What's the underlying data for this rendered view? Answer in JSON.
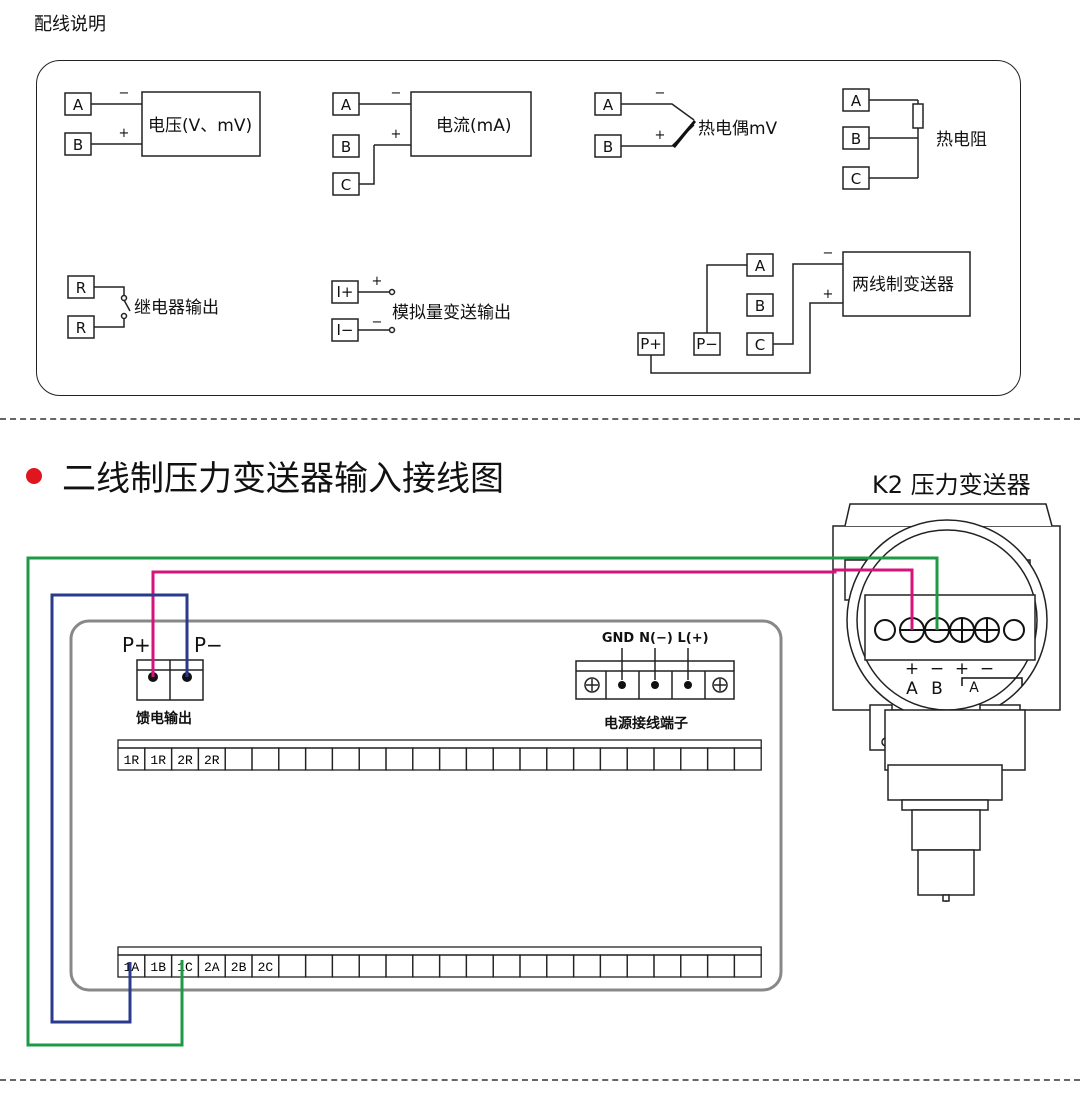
{
  "page_title": "配线说明",
  "legend": {
    "voltage": {
      "a": "A",
      "b": "B",
      "minus": "−",
      "plus": "+",
      "label": "电压(V、mV)"
    },
    "current": {
      "a": "A",
      "b": "B",
      "c": "C",
      "minus": "−",
      "plus": "+",
      "label": "电流(mA)"
    },
    "thermocouple": {
      "a": "A",
      "b": "B",
      "minus": "−",
      "plus": "+",
      "label": "热电偶mV"
    },
    "rtd": {
      "a": "A",
      "b": "B",
      "c": "C",
      "label": "热电阻"
    },
    "relay": {
      "r1": "R",
      "r2": "R",
      "label": "继电器输出"
    },
    "analog": {
      "ip": "I+",
      "im": "I−",
      "plus": "+",
      "minus": "−",
      "label": "模拟量变送输出"
    },
    "two_wire": {
      "a": "A",
      "b": "B",
      "c": "C",
      "pp": "P+",
      "pm": "P−",
      "minus": "−",
      "plus": "+",
      "label": "两线制变送器"
    }
  },
  "section": {
    "title": "二线制压力变送器输入接线图",
    "device_title": "K2 压力变送器",
    "bullet_color": "#e0161f"
  },
  "meter": {
    "pplus": "P+",
    "pminus": "P−",
    "feed_label": "馈电输出",
    "power_labels": {
      "gnd": "GND",
      "n": "N(−)",
      "l": "L(+)"
    },
    "power_caption": "电源接线端子",
    "top_terminals": [
      "1R",
      "1R",
      "2R",
      "2R"
    ],
    "bottom_terminals": [
      "1A",
      "1B",
      "1C",
      "2A",
      "2B",
      "2C"
    ]
  },
  "transmitter": {
    "signs": [
      "+",
      "−",
      "+",
      "−"
    ],
    "labels": {
      "a": "A",
      "b": "B",
      "a2": "A"
    }
  },
  "colors": {
    "magenta": "#d6137c",
    "green": "#1e9a45",
    "navy": "#2a3a8c"
  }
}
